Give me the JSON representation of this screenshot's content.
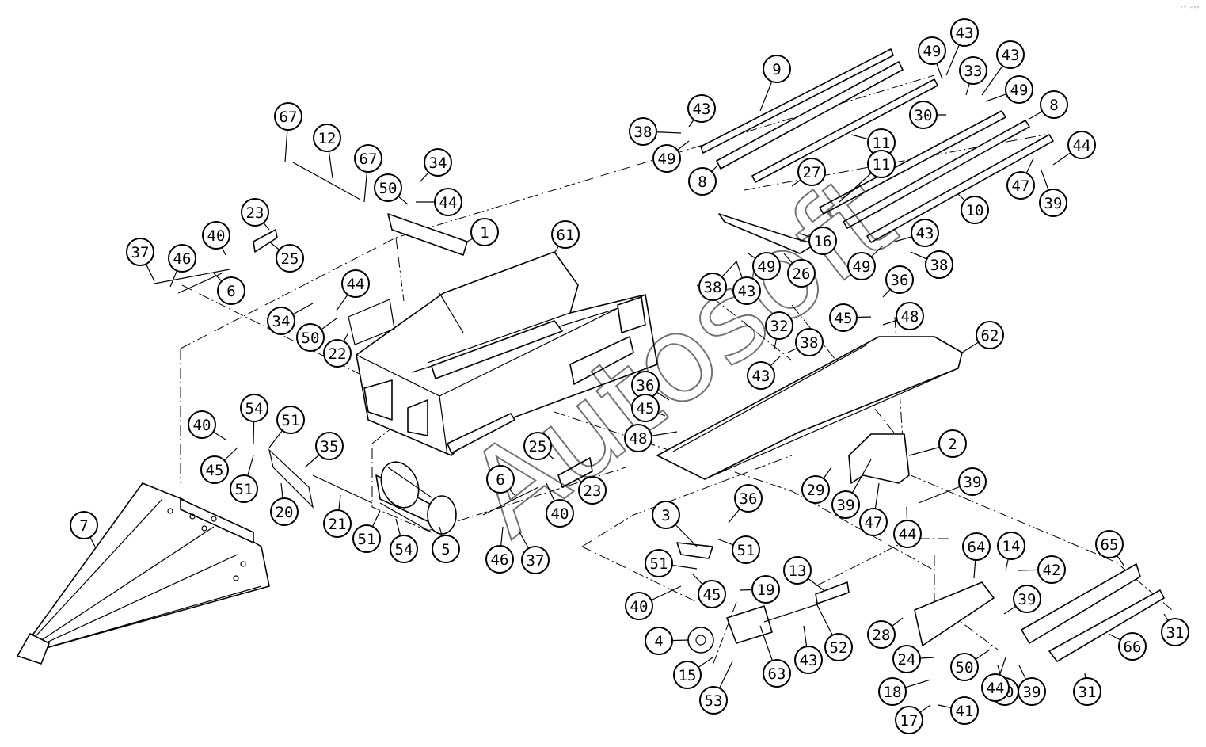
{
  "watermark": "Autosoft",
  "corner_mark": "ᵃᵘ ᵖᵖᵖ",
  "callouts": [
    "1",
    "2",
    "3",
    "4",
    "5",
    "6",
    "6",
    "7",
    "8",
    "8",
    "9",
    "10",
    "11",
    "11",
    "12",
    "13",
    "14",
    "15",
    "16",
    "17",
    "18",
    "19",
    "20",
    "21",
    "22",
    "23",
    "23",
    "24",
    "25",
    "25",
    "26",
    "27",
    "28",
    "29",
    "30",
    "31",
    "31",
    "32",
    "33",
    "34",
    "34",
    "35",
    "36",
    "36",
    "36",
    "37",
    "37",
    "38",
    "38",
    "38",
    "38",
    "38",
    "39",
    "39",
    "39",
    "39",
    "39",
    "40",
    "40",
    "40",
    "40",
    "40",
    "41",
    "42",
    "43",
    "43",
    "43",
    "43",
    "43",
    "43",
    "43",
    "44",
    "44",
    "44",
    "44",
    "44",
    "45",
    "45",
    "45",
    "45",
    "46",
    "46",
    "47",
    "47",
    "48",
    "48",
    "49",
    "49",
    "49",
    "49",
    "49",
    "50",
    "50",
    "50",
    "51",
    "51",
    "51",
    "51",
    "51",
    "52",
    "53",
    "54",
    "54",
    "61",
    "62",
    "63",
    "64",
    "65",
    "66",
    "67",
    "67"
  ]
}
